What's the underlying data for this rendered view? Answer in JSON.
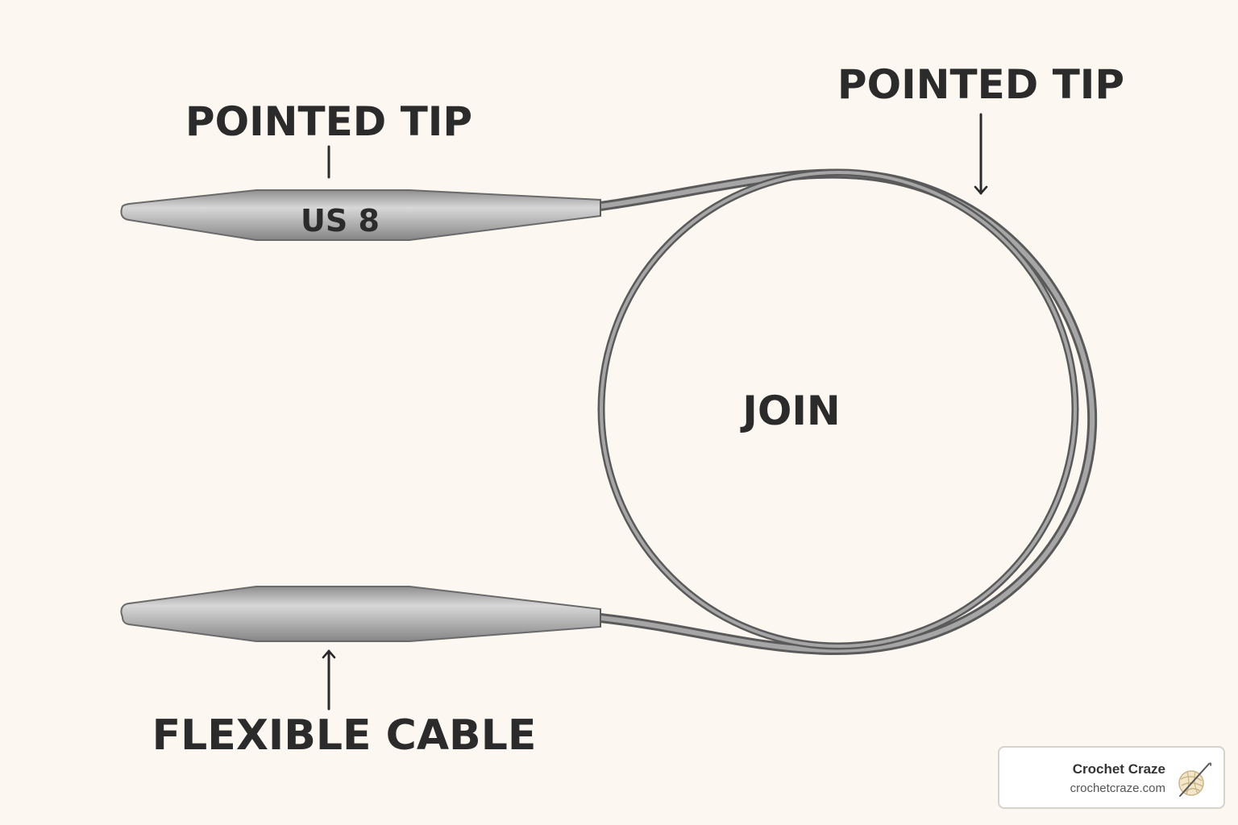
{
  "labels": {
    "pointed_tip_left": "POINTED TIP",
    "pointed_tip_right": "POINTED TIP",
    "flexible_cable": "FLEXIBLE CABLE",
    "join": "JOIN",
    "needle_size": "US 8"
  },
  "brand": {
    "name": "Crochet Craze",
    "url": "crochetcraze.com",
    "logo_icon": "yarn-ball-with-hook-icon"
  },
  "colors": {
    "background": "#fcf8f1",
    "needle_metal": "#a9a9a9",
    "cable": "#6f6f6f",
    "text": "#2b2b2b"
  }
}
